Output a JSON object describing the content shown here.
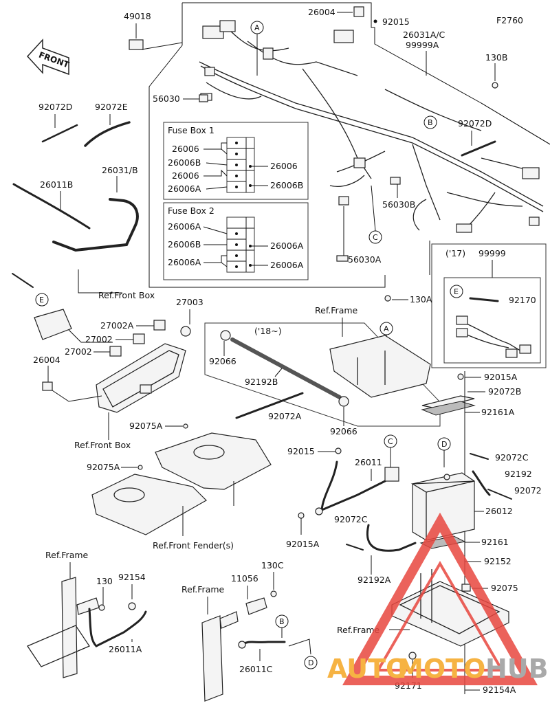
{
  "figure_code": "F2760",
  "front_label": "FRONT",
  "callout_letters": [
    "A",
    "B",
    "C",
    "D",
    "E"
  ],
  "labels": {
    "p49018": "49018",
    "p26004_top": "26004",
    "p92015_top": "92015",
    "p26031ac": "26031A/C",
    "p99999a": "99999A",
    "p130b": "130B",
    "p56030": "56030",
    "p92072d_l": "92072D",
    "p92072e": "92072E",
    "p92072d_r": "92072D",
    "p26031b": "26031/B",
    "p26011b": "26011B",
    "p56030b": "56030B",
    "p56030a": "56030A",
    "fuse_box_1": "Fuse Box 1",
    "fuse_box_2": "Fuse Box 2",
    "fb1_l1": "26006",
    "fb1_l2": "26006B",
    "fb1_l3": "26006",
    "fb1_l4": "26006A",
    "fb1_r1": "26006",
    "fb1_r2": "26006B",
    "fb2_l1": "26006A",
    "fb2_l2": "26006B",
    "fb2_l3": "26006A",
    "fb2_r1": "26006A",
    "fb2_r2": "26006A",
    "inset_year": "('17)",
    "p99999": "99999",
    "p92170": "92170",
    "ref_front_box_1": "Ref.Front Box",
    "p27003": "27003",
    "p27002a": "27002A",
    "p27002_1": "27002",
    "p27002_2": "27002",
    "p26004": "26004",
    "ref_front_box_2": "Ref.Front Box",
    "year18": "('18~)",
    "p92066_1": "92066",
    "p92192b": "92192B",
    "p92072a": "92072A",
    "p92066_2": "92066",
    "ref_frame_1": "Ref.Frame",
    "p130a": "130A",
    "p92015a_1": "92015A",
    "p92072b": "92072B",
    "p92161a": "92161A",
    "p92075a_1": "92075A",
    "p92075a_2": "92075A",
    "ref_front_fender": "Ref.Front Fender(s)",
    "p92015_mid": "92015",
    "p26011": "26011",
    "p92015a_2": "92015A",
    "p92072c_1": "92072C",
    "p92072c_2": "92072C",
    "p92192": "92192",
    "p92072": "92072",
    "p26012": "26012",
    "p92192a": "92192A",
    "p92161": "92161",
    "p92152": "92152",
    "p92075": "92075",
    "ref_frame_2": "Ref.Frame",
    "p130": "130",
    "p92154": "92154",
    "p26011a": "26011A",
    "ref_frame_3": "Ref.Frame",
    "p11056": "11056",
    "p130c": "130C",
    "p26011c": "26011C",
    "ref_frame_4": "Ref.Frame",
    "p92171": "92171",
    "p92154a": "92154A"
  },
  "watermark": {
    "auto": "AUTO",
    "moto": "MOTO",
    "hub": "HUB",
    "color_red": "#e8473f",
    "color_orange": "#f5a623",
    "color_gray": "#9b9b9b"
  }
}
